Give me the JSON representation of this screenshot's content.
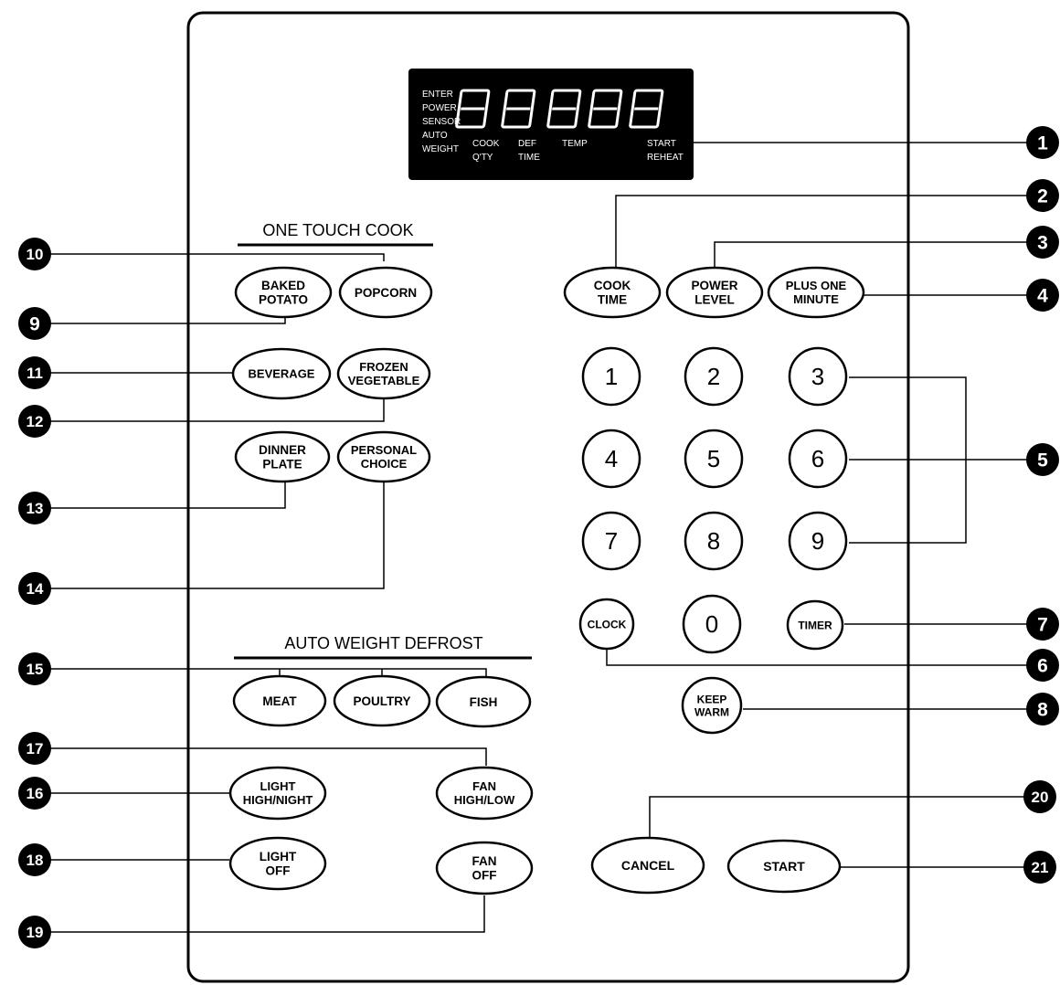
{
  "display": {
    "left_labels": [
      "ENTER",
      "POWER",
      "SENSOR",
      "AUTO",
      "WEIGHT"
    ],
    "bottom_labels": [
      [
        "COOK",
        "Q'TY"
      ],
      [
        "DEF",
        "TIME"
      ],
      [
        "TEMP"
      ],
      [
        "START",
        "REHEAT"
      ]
    ]
  },
  "sections": {
    "one_touch_cook": "ONE TOUCH COOK",
    "auto_weight_defrost": "AUTO WEIGHT DEFROST"
  },
  "buttons": {
    "baked_potato": [
      "BAKED",
      "POTATO"
    ],
    "popcorn": [
      "POPCORN"
    ],
    "beverage": [
      "BEVERAGE"
    ],
    "frozen_vegetable": [
      "FROZEN",
      "VEGETABLE"
    ],
    "dinner_plate": [
      "DINNER",
      "PLATE"
    ],
    "personal_choice": [
      "PERSONAL",
      "CHOICE"
    ],
    "meat": [
      "MEAT"
    ],
    "poultry": [
      "POULTRY"
    ],
    "fish": [
      "FISH"
    ],
    "light_high_night": [
      "LIGHT",
      "HIGH/NIGHT"
    ],
    "fan_high_low": [
      "FAN",
      "HIGH/LOW"
    ],
    "light_off": [
      "LIGHT",
      "OFF"
    ],
    "fan_off": [
      "FAN",
      "OFF"
    ],
    "cook_time": [
      "COOK",
      "TIME"
    ],
    "power_level": [
      "POWER",
      "LEVEL"
    ],
    "plus_one_minute": [
      "PLUS ONE",
      "MINUTE"
    ],
    "clock": [
      "CLOCK"
    ],
    "timer": [
      "TIMER"
    ],
    "keep_warm": [
      "KEEP",
      "WARM"
    ],
    "cancel": [
      "CANCEL"
    ],
    "start": [
      "START"
    ]
  },
  "digits": [
    "1",
    "2",
    "3",
    "4",
    "5",
    "6",
    "7",
    "8",
    "9",
    "0"
  ],
  "callouts": [
    "1",
    "2",
    "3",
    "4",
    "5",
    "6",
    "7",
    "8",
    "9",
    "10",
    "11",
    "12",
    "13",
    "14",
    "15",
    "16",
    "17",
    "18",
    "19",
    "20",
    "21"
  ]
}
